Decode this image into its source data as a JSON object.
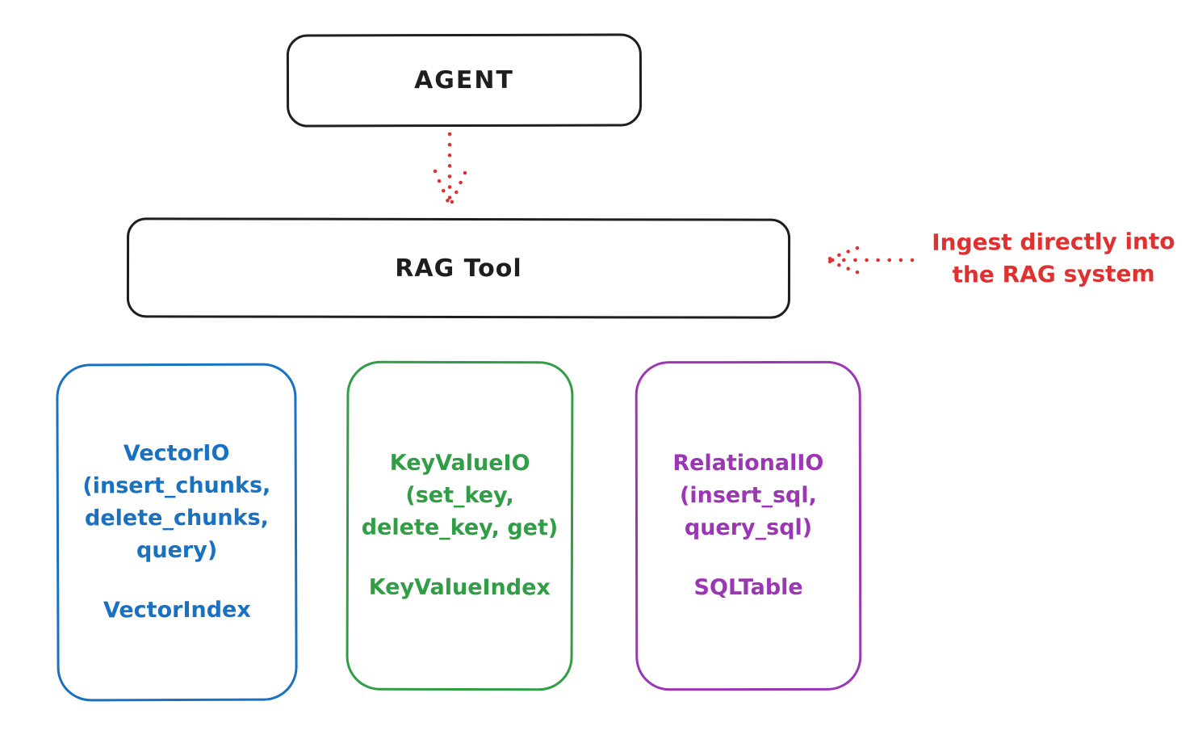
{
  "colors": {
    "ink": "#1e1e1e",
    "red": "#e03131",
    "blue": "#1971c2",
    "green": "#2f9e44",
    "purple": "#9c36b5",
    "background": "#ffffff"
  },
  "diagram": {
    "agent": {
      "label": "AGENT"
    },
    "rag_tool": {
      "label": "RAG Tool"
    },
    "annotation": {
      "line1": "Ingest directly into",
      "line2": "the RAG system"
    },
    "io_boxes": [
      {
        "id": "vector-io",
        "color": "#1971c2",
        "lines": [
          "VectorIO",
          "(insert_chunks,",
          "delete_chunks,",
          "query)"
        ],
        "index_label": "VectorIndex"
      },
      {
        "id": "keyvalue-io",
        "color": "#2f9e44",
        "lines": [
          "KeyValueIO",
          "(set_key,",
          "delete_key, get)"
        ],
        "index_label": "KeyValueIndex"
      },
      {
        "id": "relational-io",
        "color": "#9c36b5",
        "lines": [
          "RelationalIO",
          "(insert_sql,",
          "query_sql)"
        ],
        "index_label": "SQLTable"
      }
    ]
  }
}
